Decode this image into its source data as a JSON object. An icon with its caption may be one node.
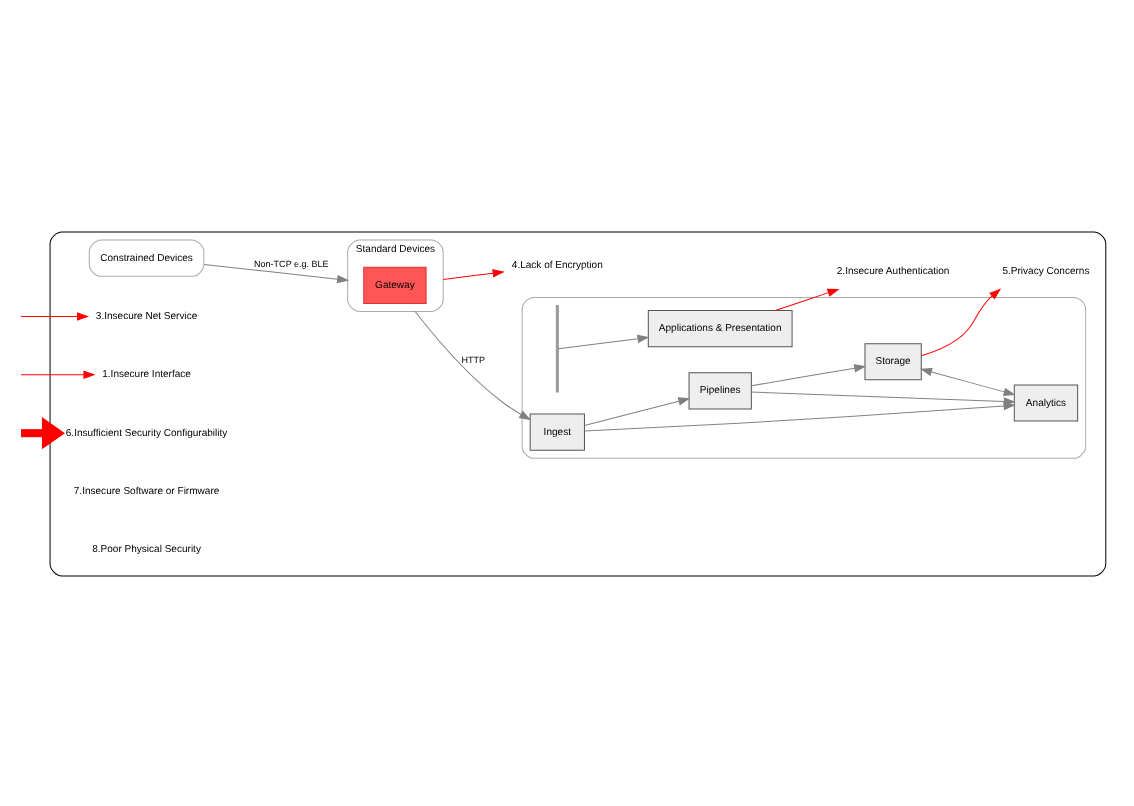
{
  "diagram": {
    "nodes": [
      {
        "text": [],
        "shape": "box"
      },
      {
        "text": [
          "Constrained Devices"
        ],
        "in": 0
      },
      {
        "text": [
          "Standard Devices"
        ],
        "in": 0
      },
      {
        "text": [
          "Gateway"
        ],
        "in": 2
      },
      {
        "text": [],
        "shape": "box",
        "in": 0
      },
      {
        "text": [
          "Ingest"
        ],
        "in": 4
      },
      {
        "text": [
          "Pipelines"
        ],
        "in": 4
      },
      {
        "text": [
          "Storage"
        ],
        "in": 4
      },
      {
        "text": [
          "Analytics"
        ],
        "in": 4
      },
      {
        "text": [],
        "shape": "bar",
        "in": 4
      },
      {
        "text": [
          "Applications & Presentation"
        ],
        "in": 4
      },
      {
        "text": [
          "1.Insecure Interface"
        ],
        "in": 0
      },
      {
        "text": [
          "2.Insecure Authentication"
        ],
        "in": 0
      },
      {
        "text": [
          "3.Insecure Net Service"
        ],
        "in": 0
      },
      {
        "text": [
          "4.Lack of Encryption"
        ],
        "in": 0
      },
      {
        "text": [
          "5.Privacy Concerns"
        ],
        "in": 0
      },
      {
        "text": [
          "6.Insufficient Security Configurability"
        ],
        "in": 0
      },
      {
        "text": [
          "7.Insecure Software or Firmware"
        ],
        "in": 0
      },
      {
        "text": [
          "8.Poor Physical Security"
        ],
        "in": 0
      }
    ],
    "edges": [
      {
        "from": 1,
        "to": 2,
        "arrow": "to",
        "label": "Non-TCP e.g. BLE"
      },
      {
        "from": 2,
        "to": 5,
        "arrow": "to",
        "label": "HTTP"
      },
      {
        "from": 5,
        "to": 6,
        "arrow": "to"
      },
      {
        "from": 6,
        "to": 7,
        "arrow": "to"
      },
      {
        "from": 6,
        "to": 8,
        "arrow": "to"
      },
      {
        "from": 5,
        "to": 8,
        "arrow": "to"
      },
      {
        "from": 7,
        "to": 8,
        "arrow": "both"
      },
      {
        "from": 9,
        "to": 10,
        "arrow": "to"
      },
      {
        "from": 2,
        "to": 14,
        "arrow": "to",
        "color": "#ff0000"
      },
      {
        "from": null,
        "to": 13,
        "arrow": "to",
        "color": "#ff0000"
      },
      {
        "from": 7,
        "to": 15,
        "arrow": "to",
        "color": "#ff0000"
      },
      {
        "from": 10,
        "to": 12,
        "arrow": "to",
        "color": "#ff0000"
      },
      {
        "from": null,
        "to": 11,
        "arrow": "to",
        "color": "#ff0000"
      },
      {
        "from": null,
        "to": 16,
        "arrow": "to",
        "style": "thick",
        "color": "#ff0000"
      }
    ]
  }
}
